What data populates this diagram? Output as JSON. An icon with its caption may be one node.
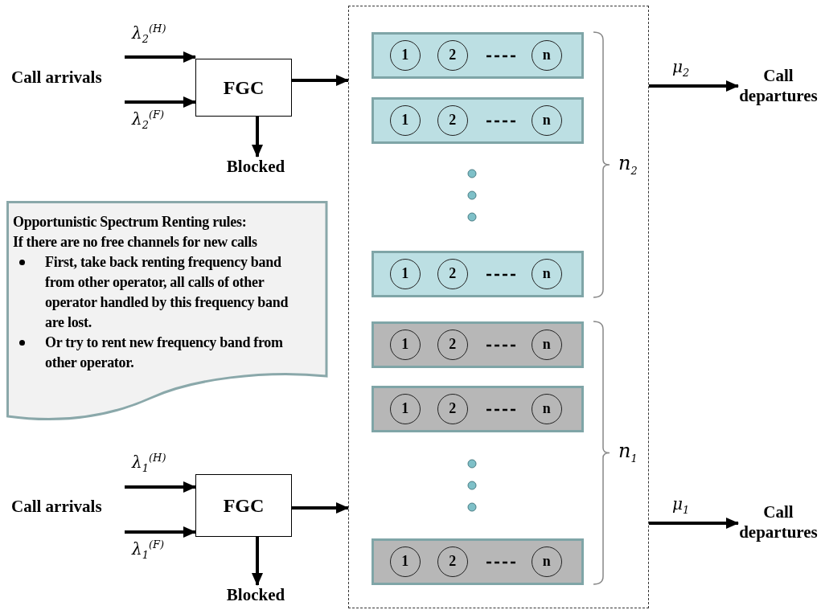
{
  "diagram": {
    "nodes": [
      {
        "text": [
          "FGC"
        ]
      },
      {
        "text": [
          "Blocked"
        ]
      },
      {
        "text": [],
        "shape": "box"
      },
      {
        "text": [],
        "shape": "bar",
        "in": 2
      },
      {
        "text": [
          "1"
        ],
        "in": 3
      },
      {
        "text": [
          "2"
        ],
        "in": 3
      },
      {
        "text": [
          "n"
        ],
        "in": 3
      },
      {
        "text": [],
        "shape": "bar",
        "in": 2
      },
      {
        "text": [
          "1"
        ],
        "in": 7
      },
      {
        "text": [
          "2"
        ],
        "in": 7
      },
      {
        "text": [
          "n"
        ],
        "in": 7
      },
      {
        "text": [],
        "shape": "bar",
        "in": 2
      },
      {
        "text": [
          "1"
        ],
        "in": 11
      },
      {
        "text": [
          "2"
        ],
        "in": 11
      },
      {
        "text": [
          "n"
        ],
        "in": 11
      },
      {
        "text": [],
        "shape": "bar",
        "in": 2
      },
      {
        "text": [
          "1"
        ],
        "in": 15
      },
      {
        "text": [
          "2"
        ],
        "in": 15
      },
      {
        "text": [
          "n"
        ],
        "in": 15
      },
      {
        "text": [],
        "shape": "bar",
        "in": 2
      },
      {
        "text": [
          "1"
        ],
        "in": 19
      },
      {
        "text": [
          "2"
        ],
        "in": 19
      },
      {
        "text": [
          "n"
        ],
        "in": 19
      },
      {
        "text": [],
        "shape": "bar",
        "in": 2
      },
      {
        "text": [
          "1"
        ],
        "in": 23
      },
      {
        "text": [
          "2"
        ],
        "in": 23
      },
      {
        "text": [
          "n"
        ],
        "in": 23
      },
      {
        "text": [
          "Call departures"
        ]
      },
      {
        "text": [
          "Opportunistic Spectrum Renting rules:",
          "If there are no free channels for new calls",
          "First, take back renting frequency band from other operator, all calls of other operator handled by this frequency band are lost.",
          "Or try to rent new frequency band from other operator."
        ]
      },
      {
        "text": [
          "FGC"
        ]
      },
      {
        "text": [
          "Blocked"
        ]
      },
      {
        "text": [
          "Call departures"
        ]
      }
    ],
    "edges": [
      {
        "from": null,
        "to": 0,
        "arrow": "to",
        "label": "λ$_{2}$$^{(H)}$"
      },
      {
        "from": null,
        "to": 0,
        "arrow": "to",
        "label": "λ$_{2}$$^{(F)}$"
      },
      {
        "from": 0,
        "to": 1,
        "arrow": "to"
      },
      {
        "from": 0,
        "to": 2,
        "arrow": "to"
      },
      {
        "from": 2,
        "to": 27,
        "arrow": "to",
        "label": "μ$_{2}$"
      },
      {
        "from": null,
        "to": 29,
        "arrow": "to",
        "label": "λ$_{1}$$^{(H)}$"
      },
      {
        "from": null,
        "to": 29,
        "arrow": "to",
        "label": "λ$_{1}$$^{(F)}$"
      },
      {
        "from": 29,
        "to": 30,
        "arrow": "to"
      },
      {
        "from": 29,
        "to": 2,
        "arrow": "to"
      },
      {
        "from": 2,
        "to": 31,
        "arrow": "to",
        "label": "μ$_{1}$"
      }
    ],
    "labels": [
      "Call arrivals",
      "n$_{2}$",
      "n$_{1}$",
      "Call arrivals"
    ]
  }
}
